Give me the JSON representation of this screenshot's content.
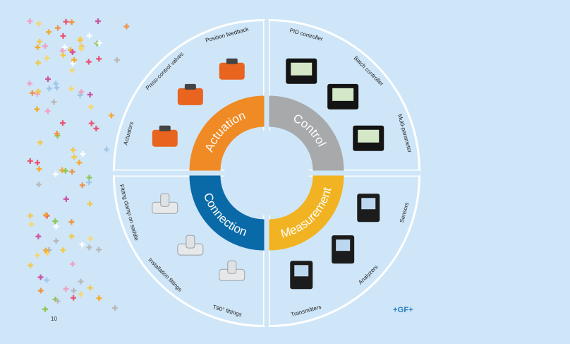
{
  "page": {
    "number": "10",
    "logo": "+GF+"
  },
  "colors": {
    "background": "#cfe6f8",
    "actuation": "#f08a24",
    "control": "#a7a9ab",
    "connection": "#0a6aa8",
    "measurement": "#f2b322",
    "ring_outline": "#ffffff",
    "hub": "#cfe6f8"
  },
  "quadrants": [
    {
      "id": "actuation",
      "label": "Actuation",
      "color": "#f08a24",
      "items": [
        "Actuators",
        "Press-control valves",
        "Position feedback"
      ]
    },
    {
      "id": "control",
      "label": "Control",
      "color": "#a7a9ab",
      "items": [
        "PID controller",
        "Batch controller",
        "Multi-parameter"
      ]
    },
    {
      "id": "connection",
      "label": "Connection",
      "color": "#0a6aa8",
      "items": [
        "T90° fittings",
        "Installation fittings",
        "Fitting clamp on saddle"
      ]
    },
    {
      "id": "measurement",
      "label": "Measurement",
      "color": "#f2b322",
      "items": [
        "Sensors",
        "Analyzers",
        "Transmitters"
      ]
    }
  ],
  "decor": {
    "plus_colors": [
      "#f6a623",
      "#f4c542",
      "#ef8f3b",
      "#e94e6b",
      "#f19ec2",
      "#c64ea0",
      "#9dc3e6",
      "#b6b6b6",
      "#f7d56b",
      "#8bc34a",
      "#ffffff"
    ]
  }
}
